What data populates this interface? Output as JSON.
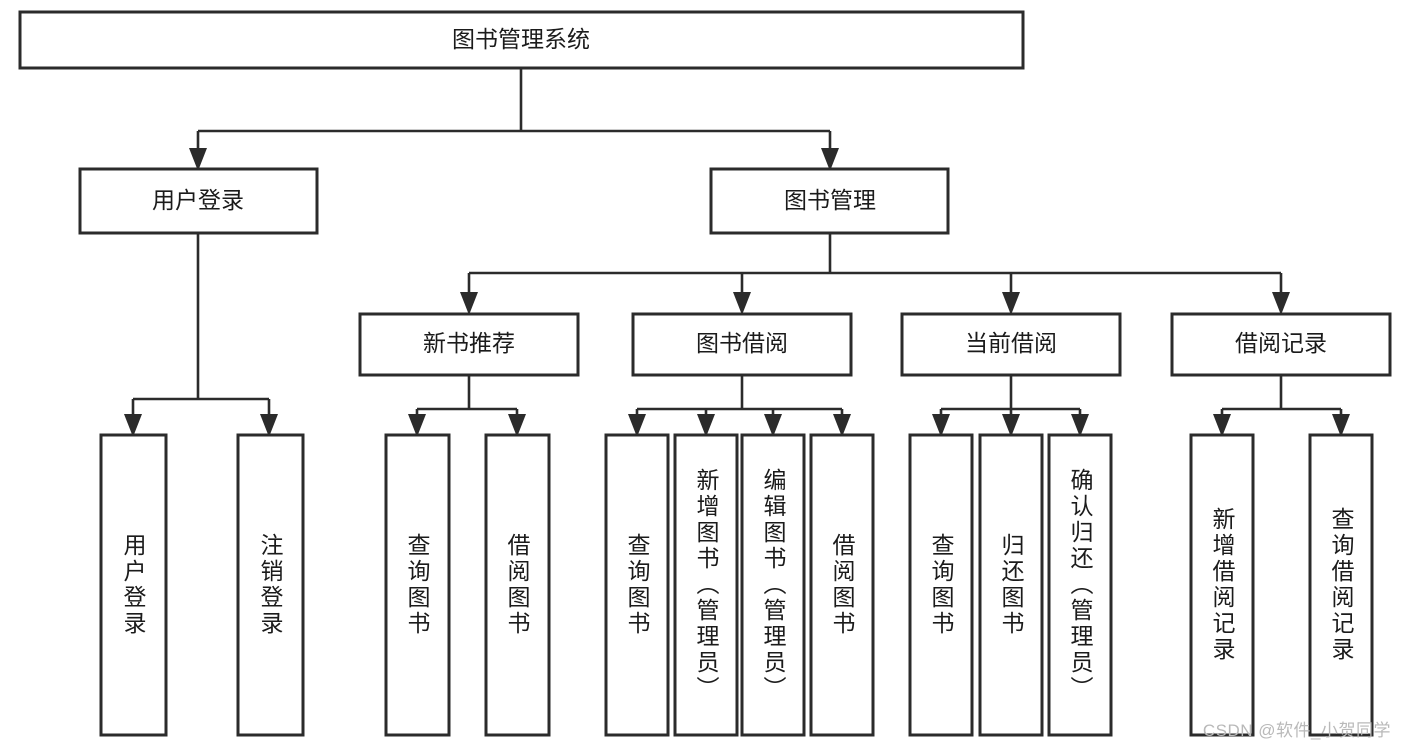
{
  "diagram": {
    "title": "图书管理系统",
    "type": "tree-hierarchy",
    "watermark": "CSDN @软件_小贺同学",
    "colors": {
      "box_stroke": "#2b2b2b",
      "box_fill": "#ffffff",
      "connector": "#2b2b2b",
      "text": "#1b1b1b",
      "watermark": "#b9b9b9",
      "background": "#ffffff"
    },
    "root": {
      "label": "图书管理系统"
    },
    "level2": [
      {
        "label": "用户登录"
      },
      {
        "label": "图书管理"
      }
    ],
    "level3": [
      {
        "label": "新书推荐"
      },
      {
        "label": "图书借阅"
      },
      {
        "label": "当前借阅"
      },
      {
        "label": "借阅记录"
      }
    ],
    "leaves": {
      "user_login": [
        {
          "label": "用户登录"
        },
        {
          "label": "注销登录"
        }
      ],
      "new_book_recommend": [
        {
          "label": "查询图书"
        },
        {
          "label": "借阅图书"
        }
      ],
      "book_borrow": [
        {
          "label": "查询图书"
        },
        {
          "label": "新增图书（管理员）"
        },
        {
          "label": "编辑图书（管理员）"
        },
        {
          "label": "借阅图书"
        }
      ],
      "current_borrow": [
        {
          "label": "查询图书"
        },
        {
          "label": "归还图书"
        },
        {
          "label": "确认归还（管理员）"
        }
      ],
      "borrow_record": [
        {
          "label": "新增借阅记录"
        },
        {
          "label": "查询借阅记录"
        }
      ]
    }
  }
}
